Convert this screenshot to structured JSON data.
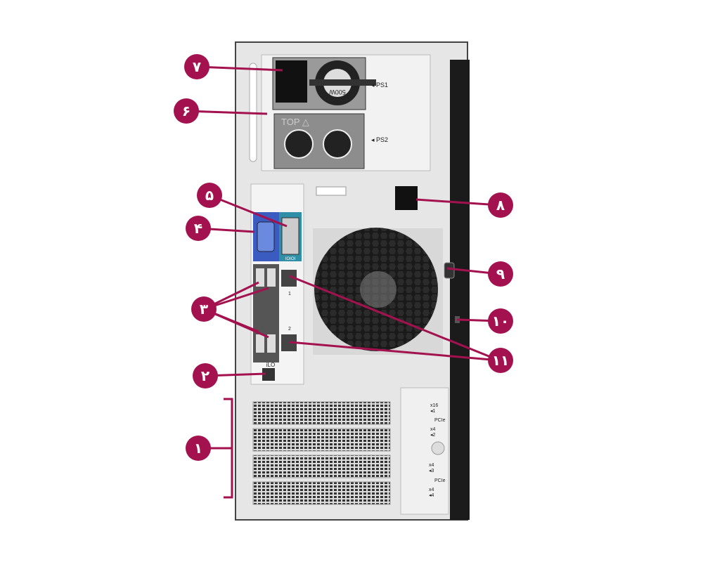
{
  "psu": {
    "ps1": "◂ PS1",
    "ps2": "◂ PS2",
    "top": "TOP △",
    "watt": "500W"
  },
  "ports": {
    "dvi": "IOIOI",
    "nic1": "1",
    "nic2": "2",
    "ilo": "iLO"
  },
  "pcie": {
    "slot1_width": "x16",
    "slot1": "◂1",
    "slot2_width": "x4",
    "slot2": "◂2",
    "slot3_width": "x4",
    "slot3": "◂3",
    "slot4_width": "x4",
    "slot4": "◂4",
    "group1": "PCIe",
    "group2": "PCIe"
  },
  "callouts": [
    "۱",
    "۲",
    "۳",
    "۴",
    "۵",
    "۶",
    "۷",
    "۸",
    "۹",
    "۱۰",
    "۱۱"
  ],
  "colors": {
    "callout": "#a3124f",
    "chassis": "#e6e6e6",
    "vga": "#3a5bc0",
    "dvi": "#2f8fa6"
  }
}
